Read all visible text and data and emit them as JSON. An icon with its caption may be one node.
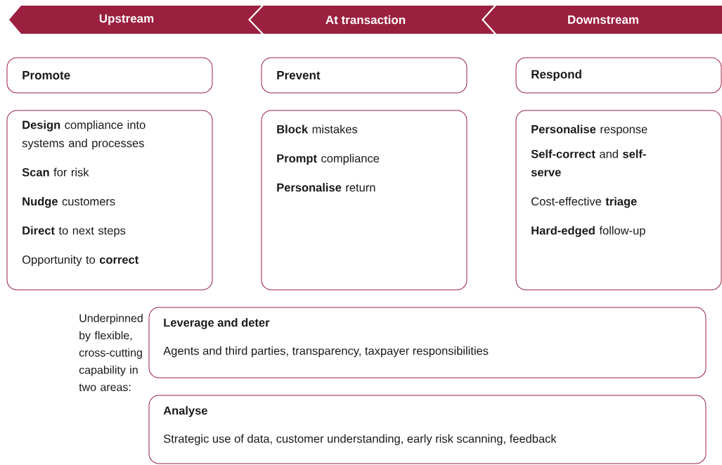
{
  "diagram": {
    "nodes": [
      {
        "text": [
          "Upstream"
        ]
      },
      {
        "text": [
          "At transaction"
        ]
      },
      {
        "text": [
          "Downstream"
        ]
      },
      {
        "text": [
          "Promote"
        ]
      },
      {
        "text": [
          "Prevent"
        ]
      },
      {
        "text": [
          "Respond"
        ]
      },
      {
        "text": [
          "**Design** compliance into systems and processes",
          "**Scan** for risk",
          "**Nudge** customers",
          "**Direct** to next steps",
          "Opportunity to **correct**"
        ]
      },
      {
        "text": [
          "**Block** mistakes",
          "**Prompt** compliance",
          "**Personalise** return"
        ]
      },
      {
        "text": [
          "**Personalise** response",
          "**Self-correct** and **self-serve**",
          "Cost-effective **triage**",
          "**Hard-edged** follow-up"
        ]
      },
      {
        "text": [
          "Leverage and deter",
          "Agents and third parties, transparency, taxpayer responsibilities"
        ]
      },
      {
        "text": [
          "Analyse",
          "Strategic use of data, customer understanding, early risk scanning, feedback"
        ]
      }
    ],
    "labels": [
      "Underpinned by flexible, cross-cutting capability in two areas:"
    ]
  }
}
